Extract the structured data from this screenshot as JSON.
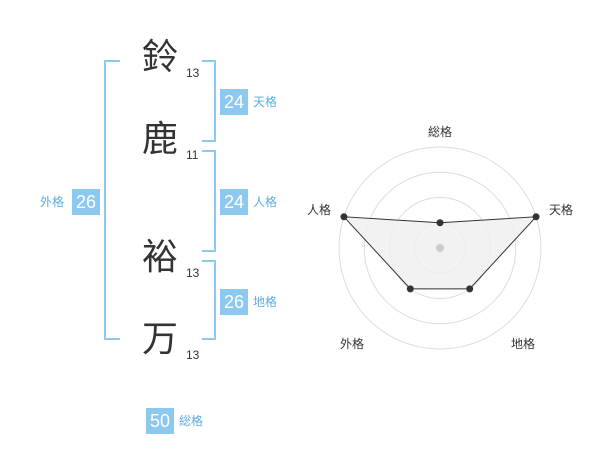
{
  "name": {
    "chars": [
      {
        "char": "鈴",
        "strokes": "13"
      },
      {
        "char": "鹿",
        "strokes": "11"
      },
      {
        "char": "裕",
        "strokes": "13"
      },
      {
        "char": "万",
        "strokes": "13"
      }
    ]
  },
  "fortune": {
    "tenkaku": {
      "value": "24",
      "label": "天格"
    },
    "jinkaku": {
      "value": "24",
      "label": "人格"
    },
    "chikaku": {
      "value": "26",
      "label": "地格"
    },
    "gaikaku": {
      "value": "26",
      "label": "外格"
    },
    "soukaku": {
      "value": "50",
      "label": "総格"
    }
  },
  "chart_data": {
    "type": "radar",
    "axes": [
      "総格",
      "天格",
      "地格",
      "外格",
      "人格"
    ],
    "values": [
      1,
      4,
      2,
      2,
      4
    ],
    "rmax": 4,
    "rings": 4,
    "colors": {
      "fill": "#f0f0f0",
      "line": "#333333",
      "ring": "#dddddd",
      "center": "#cccccc"
    }
  }
}
